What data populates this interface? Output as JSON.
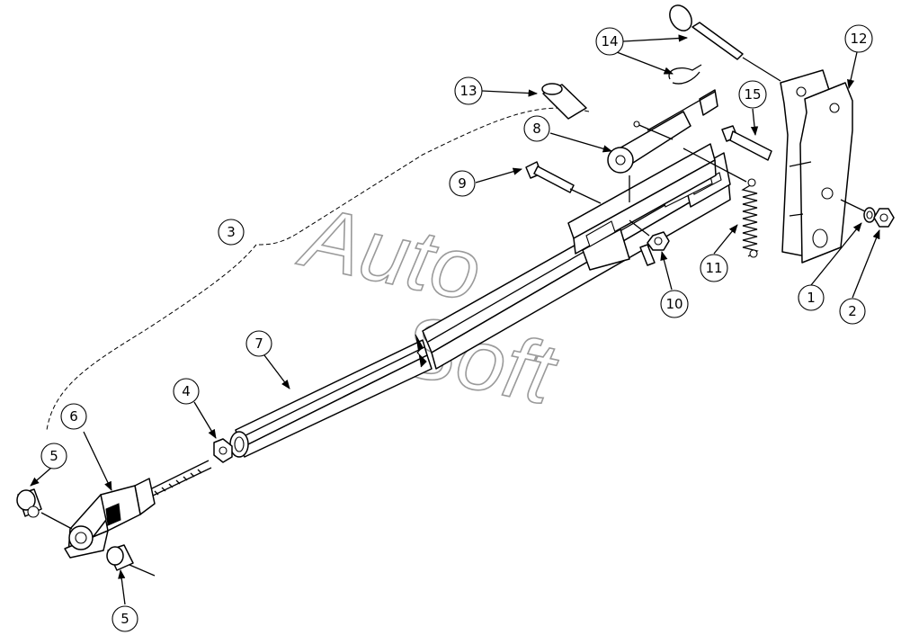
{
  "watermark": {
    "line1": "Auto",
    "line2": "Soft"
  },
  "callouts": [
    {
      "id": "1",
      "label": "1"
    },
    {
      "id": "2",
      "label": "2"
    },
    {
      "id": "3",
      "label": "3"
    },
    {
      "id": "4",
      "label": "4"
    },
    {
      "id": "5a",
      "label": "5"
    },
    {
      "id": "5b",
      "label": "5"
    },
    {
      "id": "6",
      "label": "6"
    },
    {
      "id": "7",
      "label": "7"
    },
    {
      "id": "8",
      "label": "8"
    },
    {
      "id": "9",
      "label": "9"
    },
    {
      "id": "10",
      "label": "10"
    },
    {
      "id": "11",
      "label": "11"
    },
    {
      "id": "12",
      "label": "12"
    },
    {
      "id": "13",
      "label": "13"
    },
    {
      "id": "14",
      "label": "14"
    },
    {
      "id": "15",
      "label": "15"
    }
  ]
}
